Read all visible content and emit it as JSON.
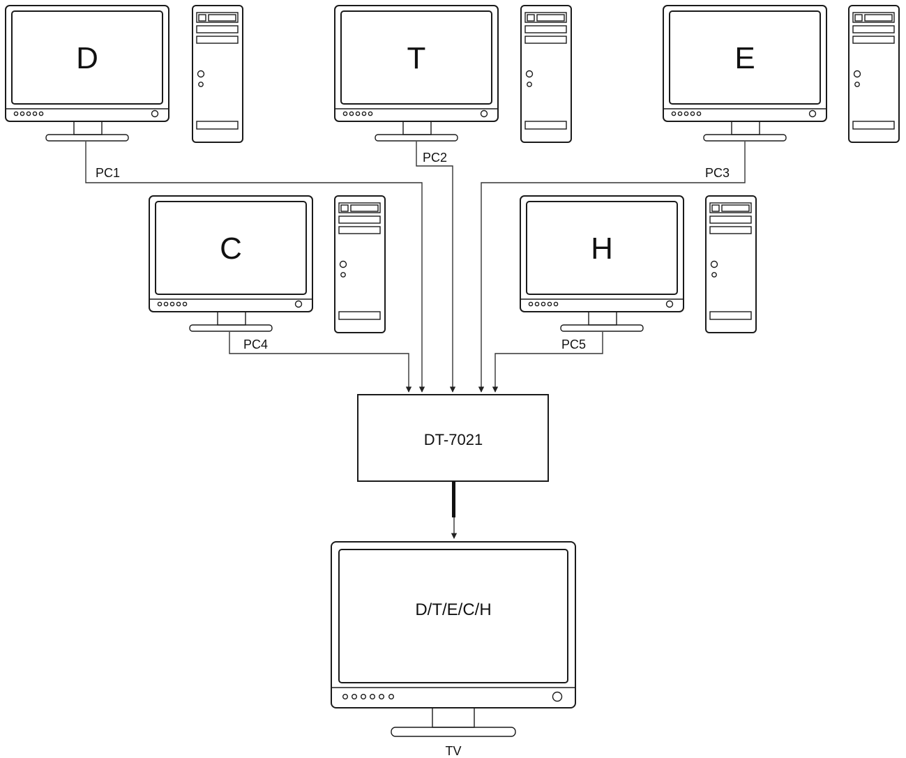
{
  "monitors": [
    {
      "id": "pc1",
      "screen_letter": "D",
      "cable_label": "PC1"
    },
    {
      "id": "pc2",
      "screen_letter": "T",
      "cable_label": "PC2"
    },
    {
      "id": "pc3",
      "screen_letter": "E",
      "cable_label": "PC3"
    },
    {
      "id": "pc4",
      "screen_letter": "C",
      "cable_label": "PC4"
    },
    {
      "id": "pc5",
      "screen_letter": "H",
      "cable_label": "PC5"
    }
  ],
  "device": {
    "label": "DT-7021"
  },
  "tv": {
    "screen_text": "D/T/E/C/H",
    "caption": "TV"
  }
}
